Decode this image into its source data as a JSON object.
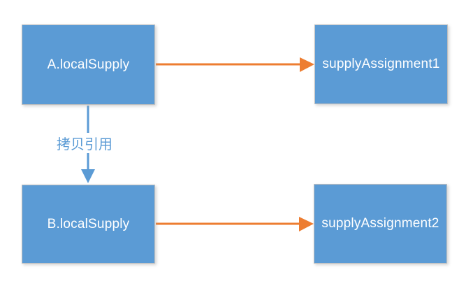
{
  "diagram": {
    "nodes": [
      {
        "label": "A.localSupply"
      },
      {
        "label": "supplyAssignment1"
      },
      {
        "label": "B.localSupply"
      },
      {
        "label": "supplyAssignment2"
      }
    ],
    "edges": [
      {
        "from": "A.localSupply",
        "to": "supplyAssignment1",
        "label": "",
        "color": "#ED7D31"
      },
      {
        "from": "A.localSupply",
        "to": "B.localSupply",
        "label": "拷贝引用",
        "color": "#5B9BD5"
      },
      {
        "from": "B.localSupply",
        "to": "supplyAssignment2",
        "label": "",
        "color": "#ED7D31"
      }
    ],
    "colors": {
      "node_fill": "#5B9BD5",
      "node_border": "#BFBFBF",
      "node_text": "#FFFFFF",
      "orange_arrow": "#ED7D31",
      "blue_arrow": "#5B9BD5",
      "background": "#FFFFFF"
    }
  }
}
